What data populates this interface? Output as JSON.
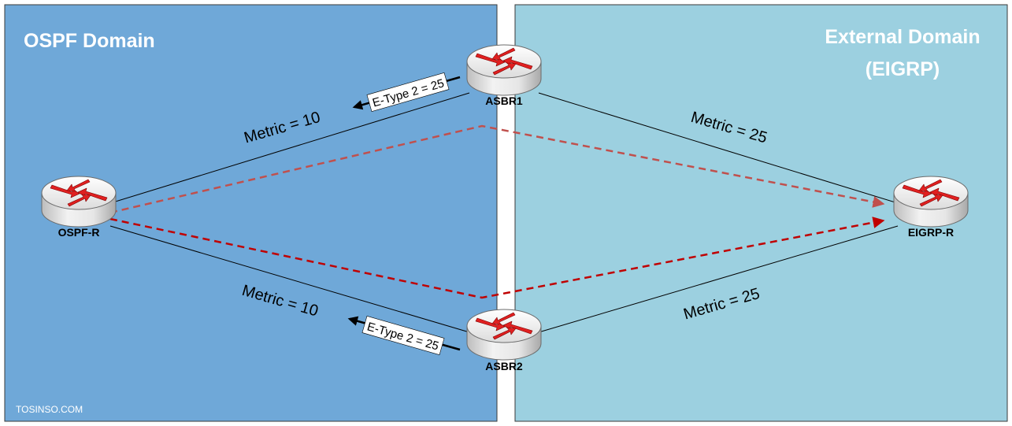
{
  "domains": {
    "ospf": {
      "title": "OSPF Domain"
    },
    "external": {
      "title_line1": "External Domain",
      "title_line2": "(EIGRP)"
    }
  },
  "routers": {
    "ospf_r": "OSPF-R",
    "asbr1": "ASBR1",
    "asbr2": "ASBR2",
    "eigrp_r": "EIGRP-R"
  },
  "links": {
    "ospf_asbr1_metric": "Metric = 10",
    "ospf_asbr2_metric": "Metric = 10",
    "asbr1_eigrp_metric": "Metric = 25",
    "asbr2_eigrp_metric": "Metric = 25"
  },
  "lsa": {
    "asbr1": "E-Type 2 = 25",
    "asbr2": "E-Type 2 = 25"
  },
  "watermark": "TOSINSO.COM",
  "colors": {
    "ospf_domain": "#6fa8d8",
    "external_domain": "#9cd0e0",
    "path_upper": "#c0504d",
    "path_lower": "#c00000",
    "router_arrow": "#e02020"
  }
}
